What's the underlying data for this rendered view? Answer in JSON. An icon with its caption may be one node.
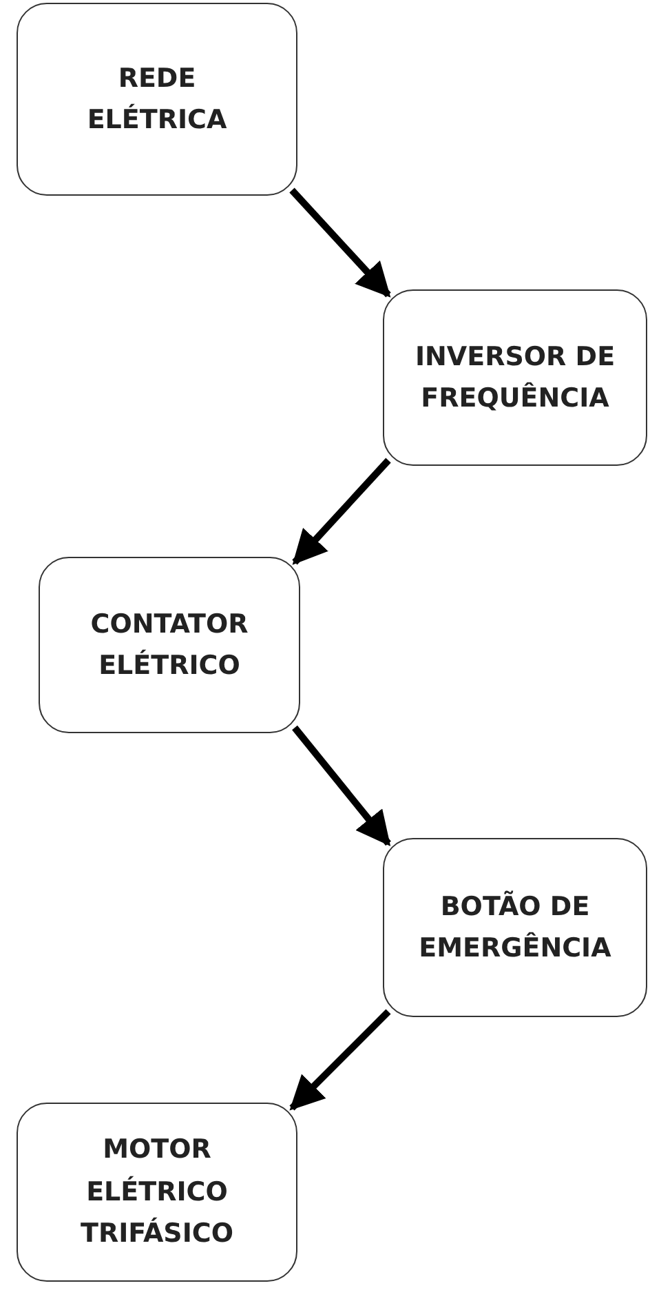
{
  "diagram": {
    "nodes": [
      {
        "text": [
          "REDE ELÉTRICA"
        ]
      },
      {
        "text": [
          "INVERSOR DE FREQUÊNCIA"
        ]
      },
      {
        "text": [
          "CONTATOR ELÉTRICO"
        ]
      },
      {
        "text": [
          "BOTÃO DE EMERGÊNCIA"
        ]
      },
      {
        "text": [
          "MOTOR ELÉTRICO TRIFÁSICO"
        ]
      }
    ],
    "edges": [
      {
        "from": 0,
        "to": 1,
        "arrow": "to"
      },
      {
        "from": 1,
        "to": 2,
        "arrow": "to"
      },
      {
        "from": 2,
        "to": 3,
        "arrow": "to"
      },
      {
        "from": 3,
        "to": 4,
        "arrow": "to"
      }
    ]
  }
}
